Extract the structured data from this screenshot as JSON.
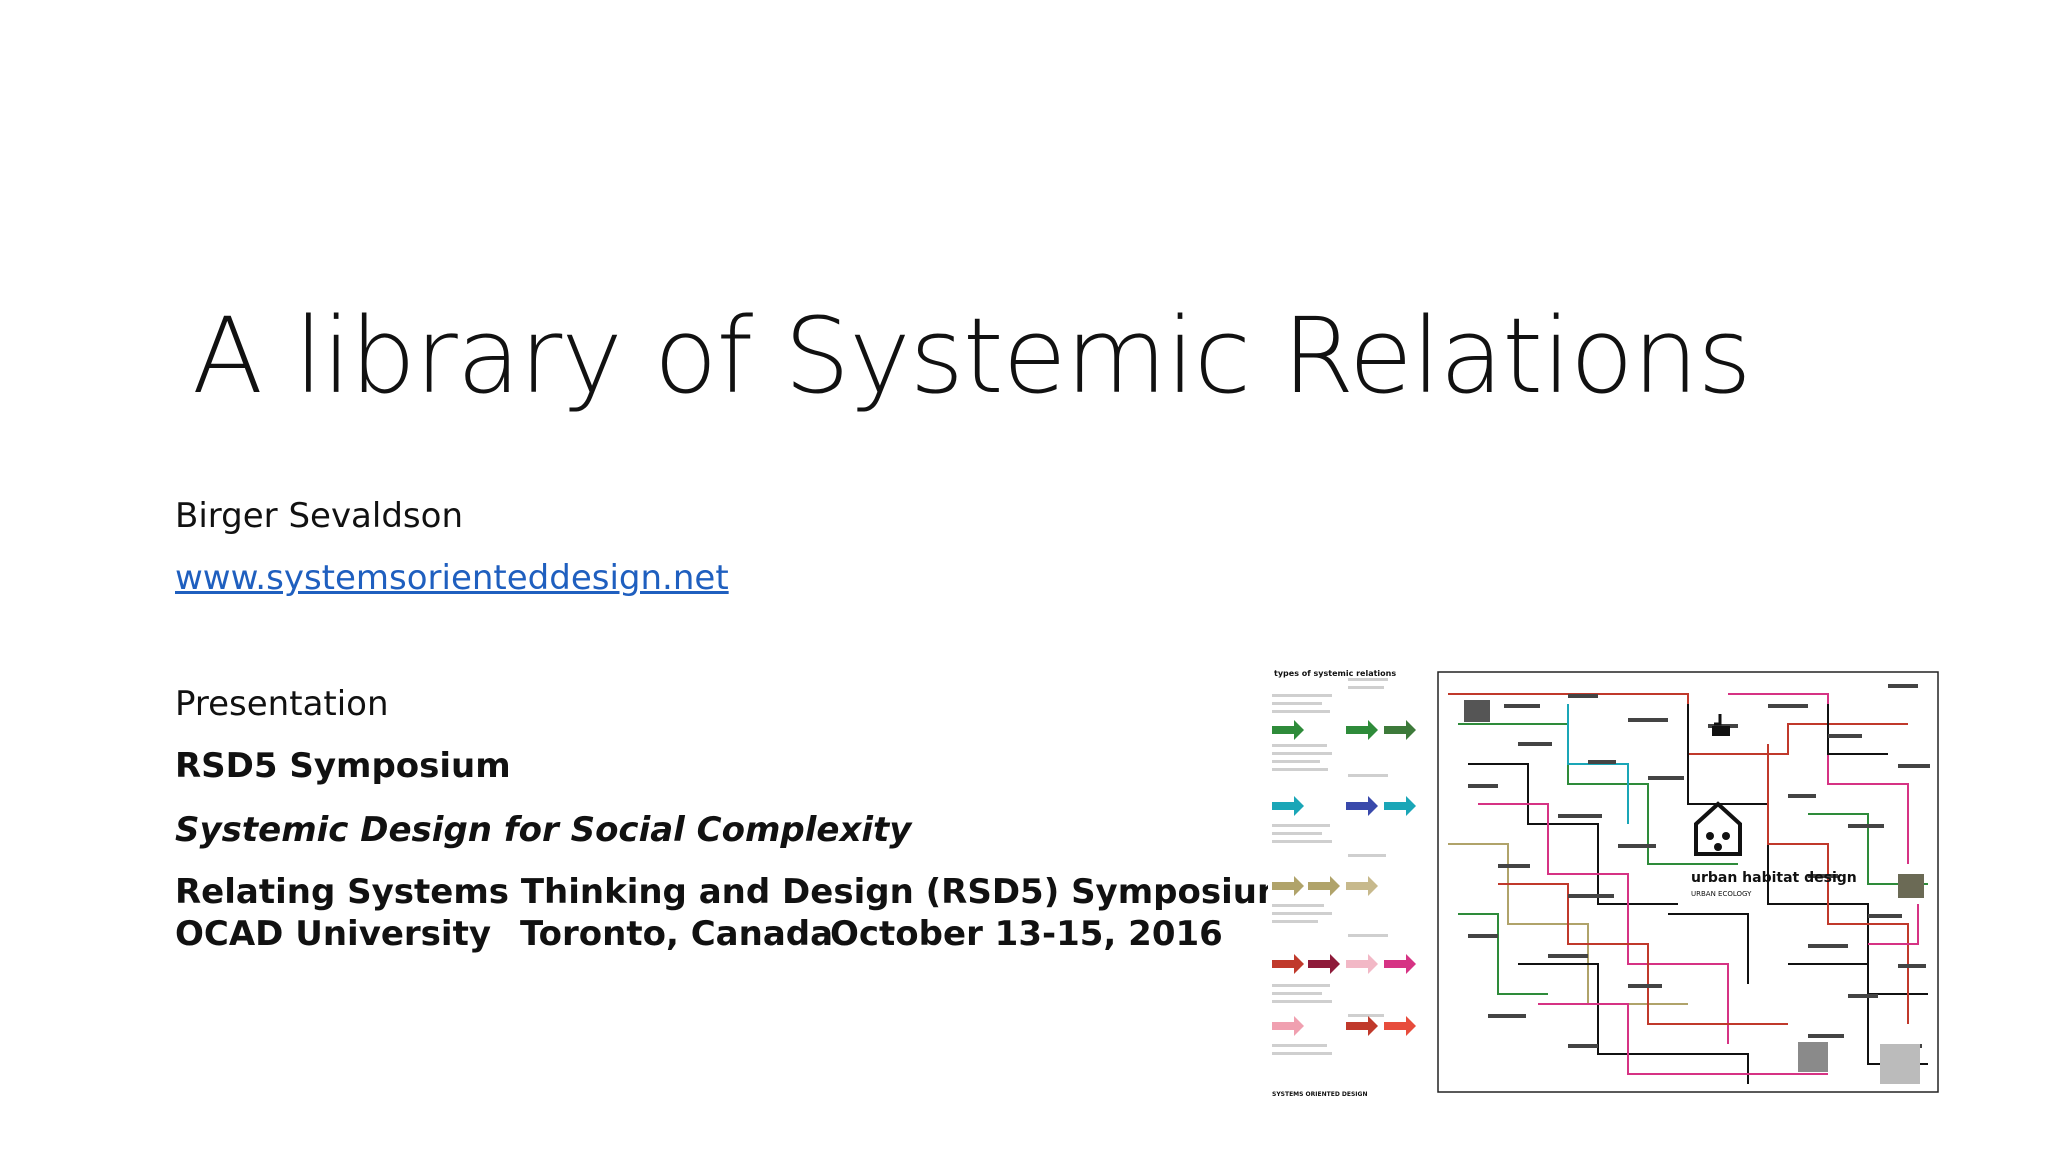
{
  "slide": {
    "title": "A library of Systemic Relations",
    "author": "Birger Sevaldson",
    "website": "www.systemsorienteddesign.net",
    "presentation_label": "Presentation",
    "event_short": "RSD5 Symposium",
    "theme": "Systemic Design for Social Complexity",
    "event_full": "Relating Systems Thinking and Design (RSD5) Symposium",
    "venue": {
      "institution": "OCAD University",
      "city": "Toronto, Canada",
      "dates": "October 13-15, 2016"
    }
  },
  "thumbnail": {
    "icon": "systemic-relations-gigamap",
    "legend_heading": "types of systemic relations",
    "center_label": "urban habitat design",
    "center_sublabel": "URBAN ECOLOGY",
    "footer_left": "SYSTEMS ORIENTED DESIGN",
    "accent_colors": [
      "#2e8b3a",
      "#1aa6b7",
      "#c0392b",
      "#d63384",
      "#b0a36a",
      "#3949ab",
      "#111111"
    ]
  }
}
